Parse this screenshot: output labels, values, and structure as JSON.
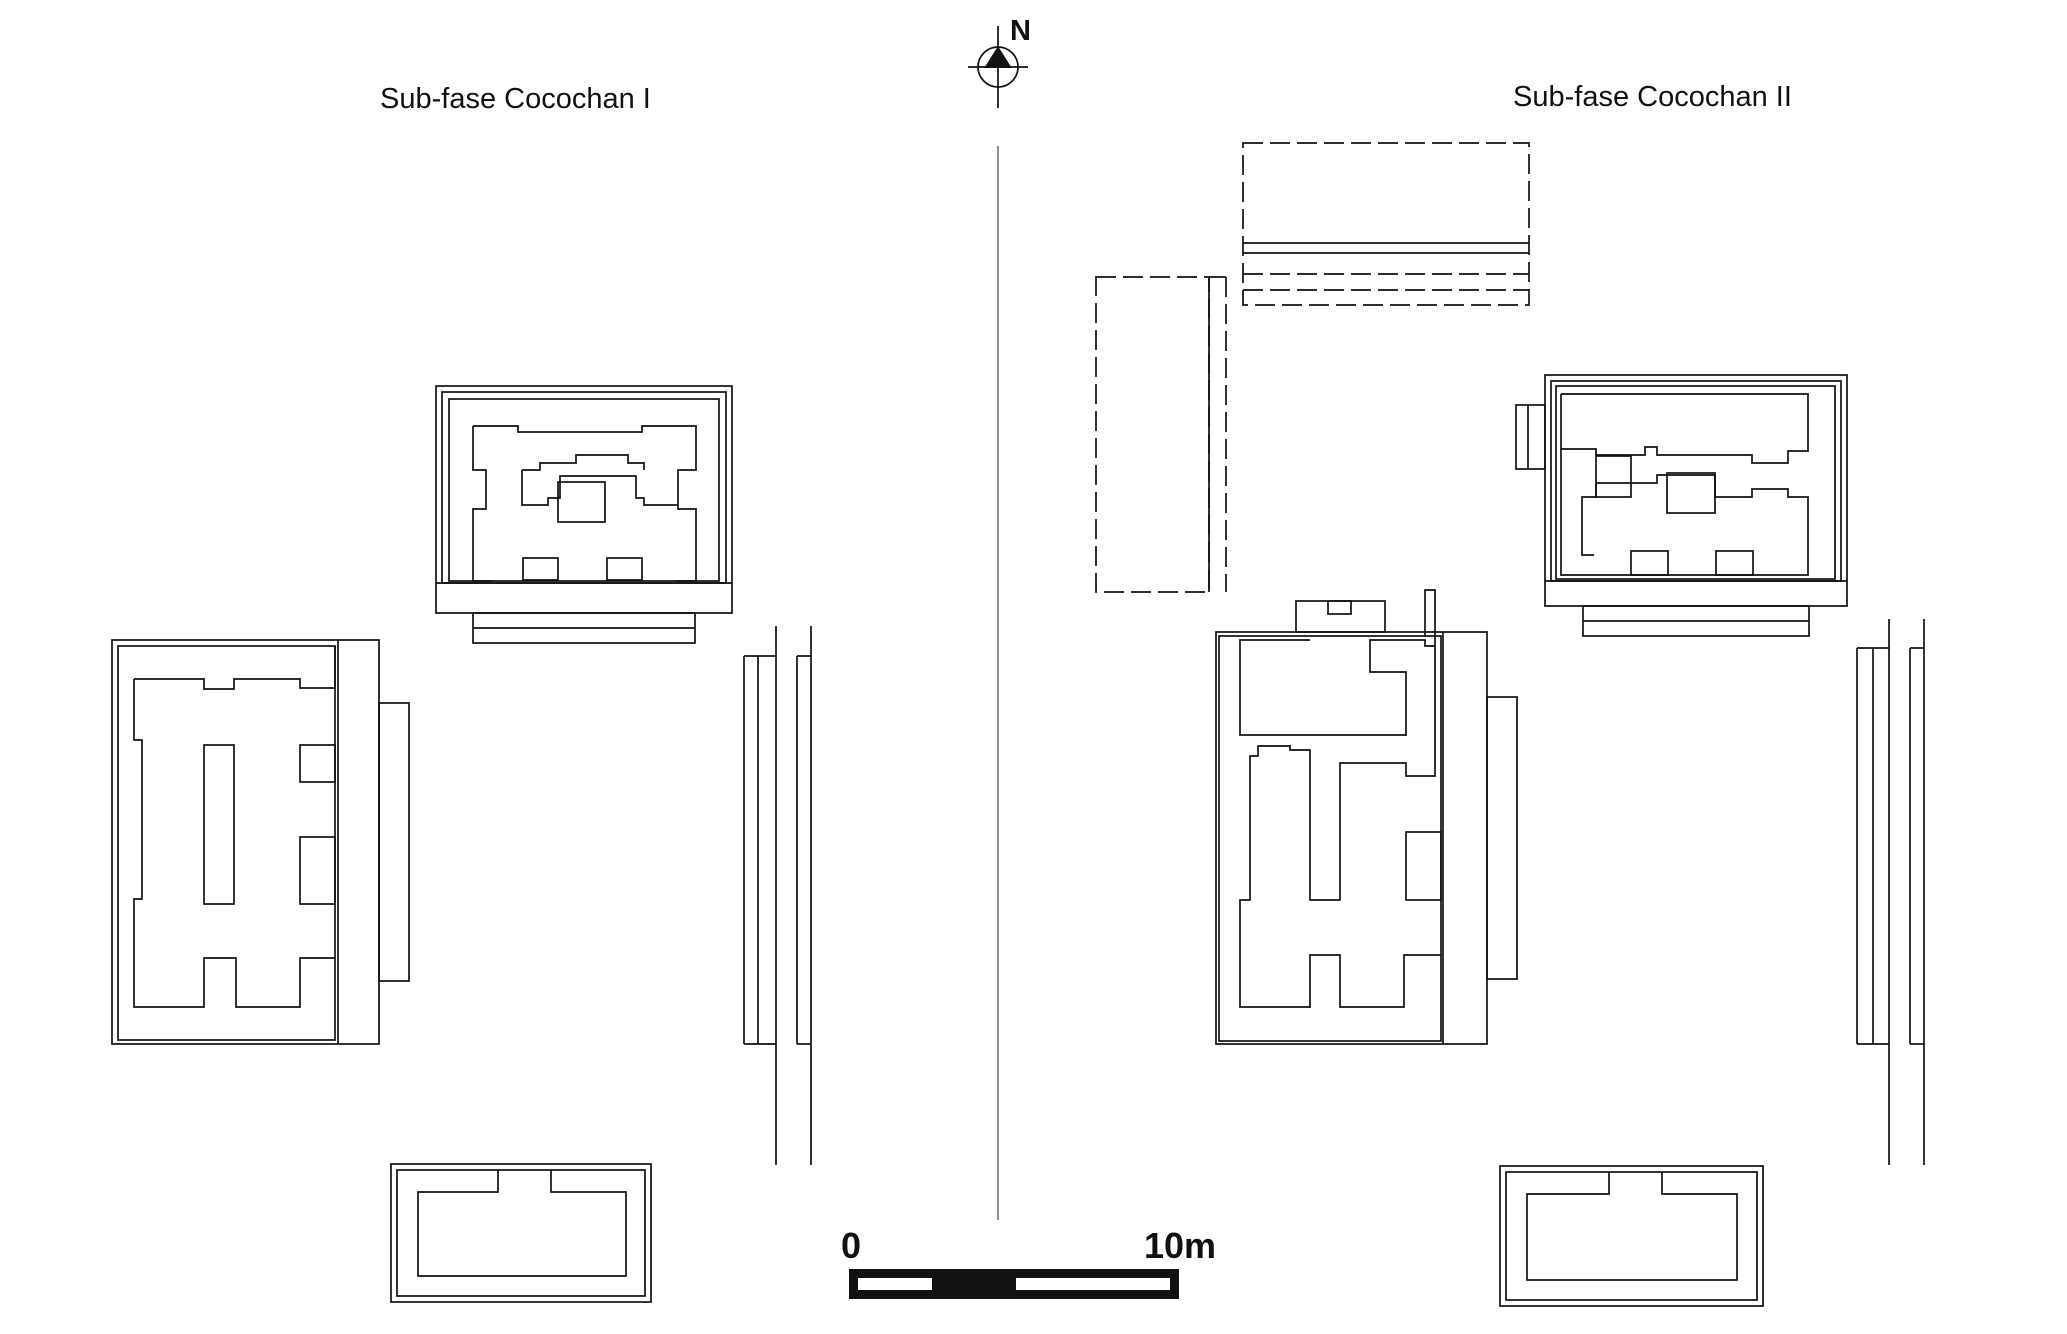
{
  "labels": {
    "left_phase": "Sub-fase Cocochan I",
    "right_phase": "Sub-fase Cocochan II",
    "north": "N"
  },
  "scale_bar": {
    "start_label": "0",
    "end_label": "10m"
  },
  "colors": {
    "ink": "#111111",
    "background": "#ffffff"
  }
}
